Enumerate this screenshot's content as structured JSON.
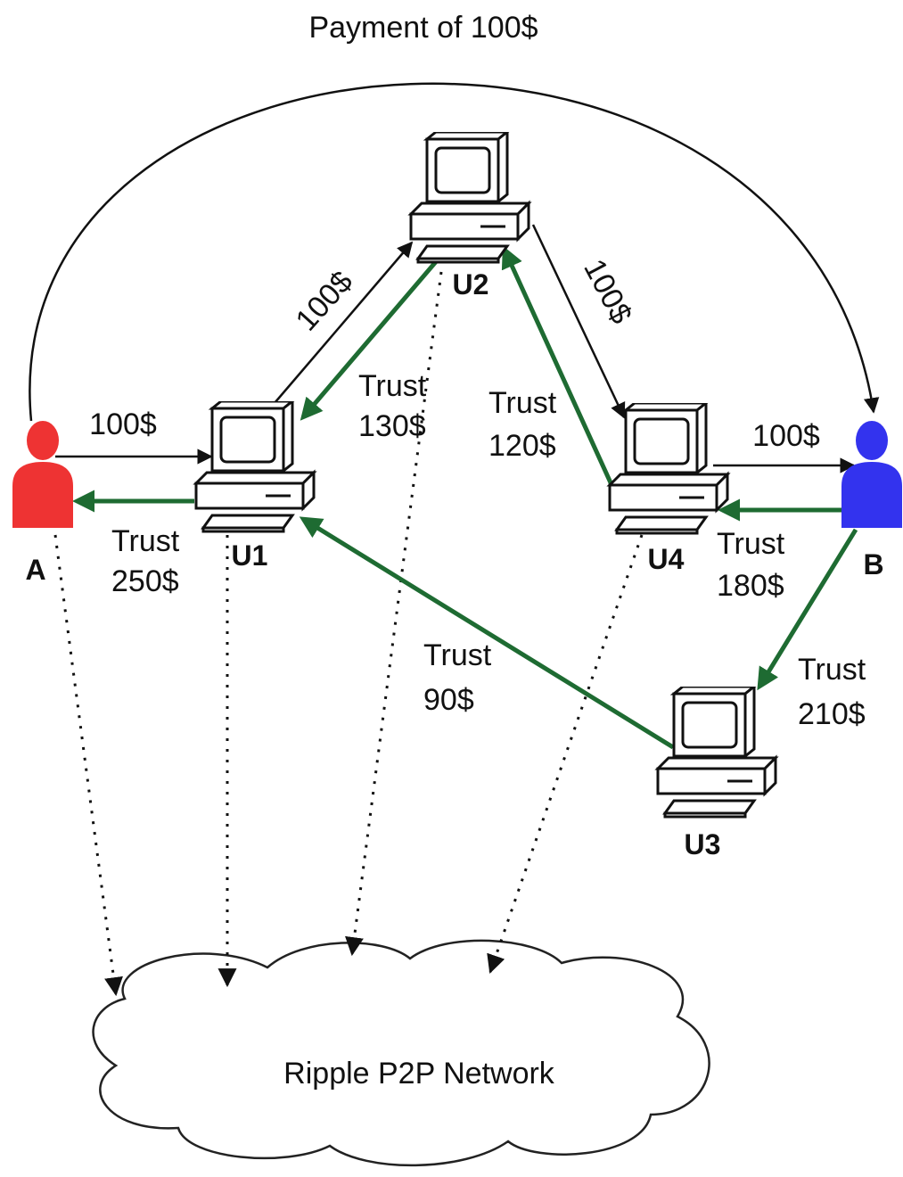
{
  "title": "Payment of 100$",
  "nodes": {
    "A": "A",
    "B": "B",
    "U1": "U1",
    "U2": "U2",
    "U3": "U3",
    "U4": "U4"
  },
  "payments": {
    "a_u1": "100$",
    "u1_u2": "100$",
    "u2_u4": "100$",
    "u4_b": "100$"
  },
  "trust": {
    "u1_a": [
      "Trust",
      "250$"
    ],
    "u2_u1": [
      "Trust",
      "130$"
    ],
    "u4_u2": [
      "Trust",
      "120$"
    ],
    "b_u4": [
      "Trust",
      "180$"
    ],
    "u3_u1": [
      "Trust",
      "90$"
    ],
    "b_u3": [
      "Trust",
      "210$"
    ]
  },
  "network": "Ripple P2P Network",
  "colors": {
    "payment": "#111111",
    "trust": "#1e6b32",
    "user_a": "#ee3333",
    "user_b": "#3333ee"
  }
}
